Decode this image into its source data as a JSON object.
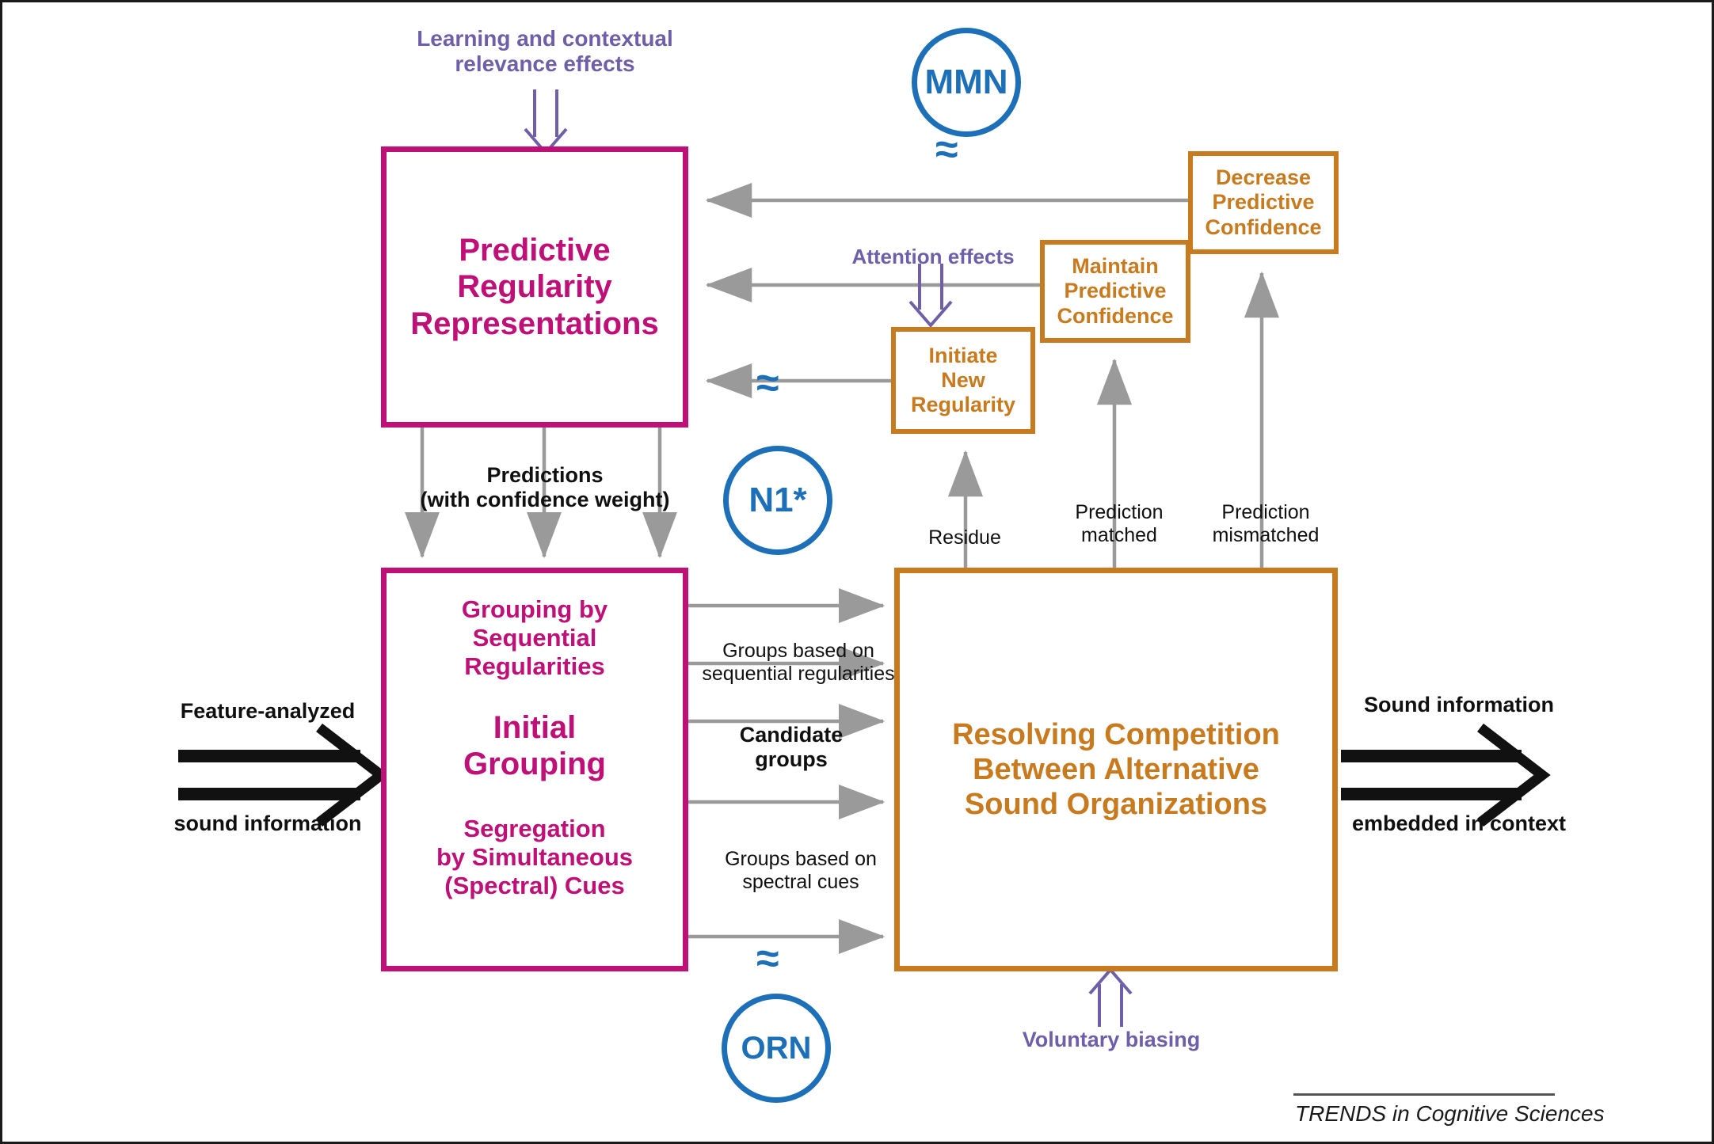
{
  "figure": {
    "title": "Predictive regularity representation model of auditory scene analysis",
    "source_caption": "TRENDS in Cognitive Sciences"
  },
  "colors": {
    "magenta": "#BE1077",
    "orange": "#C87A1E",
    "purple": "#6E5FA8",
    "blue": "#1D70B8",
    "gray_arrow": "#9A9A9A",
    "black": "#101010"
  },
  "boxes": {
    "predictive_regularity": {
      "line1": "Predictive",
      "line2": "Regularity",
      "line3": "Representations"
    },
    "initial_grouping": {
      "top_line1": "Grouping by",
      "top_line2": "Sequential",
      "top_line3": "Regularities",
      "mid_line1": "Initial",
      "mid_line2": "Grouping",
      "bot_line1": "Segregation",
      "bot_line2": "by Simultaneous",
      "bot_line3": "(Spectral) Cues"
    },
    "resolving_competition": {
      "line1": "Resolving Competition",
      "line2": "Between Alternative",
      "line3": "Sound Organizations"
    },
    "initiate_new_regularity": {
      "line1": "Initiate",
      "line2": "New",
      "line3": "Regularity"
    },
    "maintain_predictive_confidence": {
      "line1": "Maintain",
      "line2": "Predictive",
      "line3": "Confidence"
    },
    "decrease_predictive_confidence": {
      "line1": "Decrease",
      "line2": "Predictive",
      "line3": "Confidence"
    }
  },
  "annotations": {
    "learning_effects_line1": "Learning and contextual",
    "learning_effects_line2": "relevance effects",
    "attention_effects": "Attention effects",
    "voluntary_biasing": "Voluntary biasing",
    "predictions_line1": "Predictions",
    "predictions_line2": "(with confidence weight)",
    "residue": "Residue",
    "prediction_matched_line1": "Prediction",
    "prediction_matched_line2": "matched",
    "prediction_mismatched_line1": "Prediction",
    "prediction_mismatched_line2": "mismatched",
    "groups_sequential_line1": "Groups based on",
    "groups_sequential_line2": "sequential regularities",
    "candidate_groups_line1": "Candidate",
    "candidate_groups_line2": "groups",
    "groups_spectral_line1": "Groups based on",
    "groups_spectral_line2": "spectral cues",
    "input_line1": "Feature-analyzed",
    "input_line2": "sound information",
    "output_line1": "Sound information",
    "output_line2": "embedded in context"
  },
  "erp_markers": [
    {
      "name": "MMN",
      "label": "MMN",
      "tilde": "≈",
      "tilde_position": "below"
    },
    {
      "name": "N1",
      "label": "N1*",
      "tilde": "≈",
      "tilde_position": "above"
    },
    {
      "name": "ORN",
      "label": "ORN",
      "tilde": "≈",
      "tilde_position": "above"
    }
  ]
}
